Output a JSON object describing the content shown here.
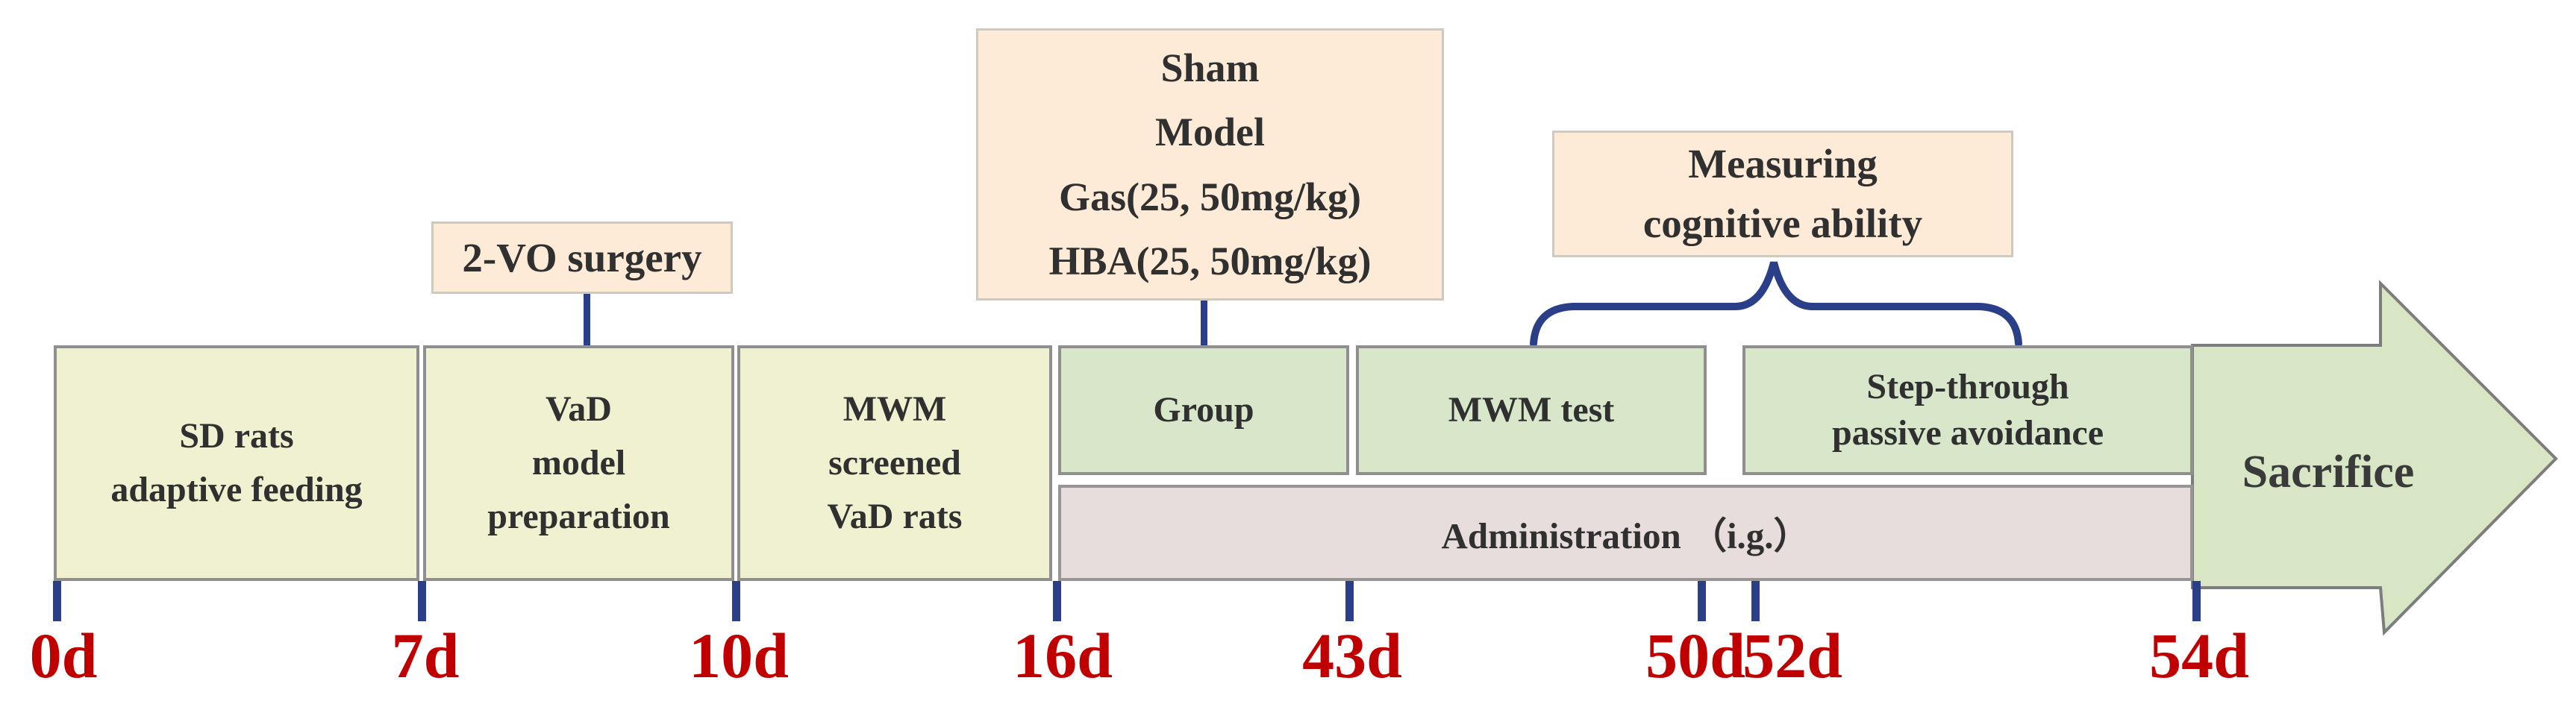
{
  "figure": {
    "description_title": "Experimental timeline diagram",
    "stages": {
      "sd_rats": "SD rats\nadaptive feeding",
      "vad_model": "VaD\nmodel\npreparation",
      "mwm_screened": "MWM\nscreened\nVaD rats",
      "group": "Group",
      "mwm_test": "MWM test",
      "step_through": "Step-through\npassive avoidance",
      "administration": "Administration （i.g.）",
      "sacrifice": "Sacrifice"
    },
    "callouts": {
      "surgery": "2-VO surgery",
      "groups": "Sham\nModel\nGas(25, 50mg/kg)\nHBA(25, 50mg/kg)",
      "measuring": "Measuring\ncognitive ability"
    },
    "timeline": {
      "ticks": [
        "0d",
        "7d",
        "10d",
        "16d",
        "43d",
        "50d",
        "52d",
        "54d"
      ]
    },
    "colors": {
      "stage_fill": "#f0f1d0",
      "test_fill": "#d8e6ca",
      "admin_fill": "#e7dddc",
      "callout_fill": "#fdebd7",
      "arrow_fill": "#d8e6c6",
      "border_gray": "#8f8f8f",
      "line_navy": "#2a3f87",
      "tick_label_red": "#c00000",
      "text_dark": "#303030"
    }
  }
}
